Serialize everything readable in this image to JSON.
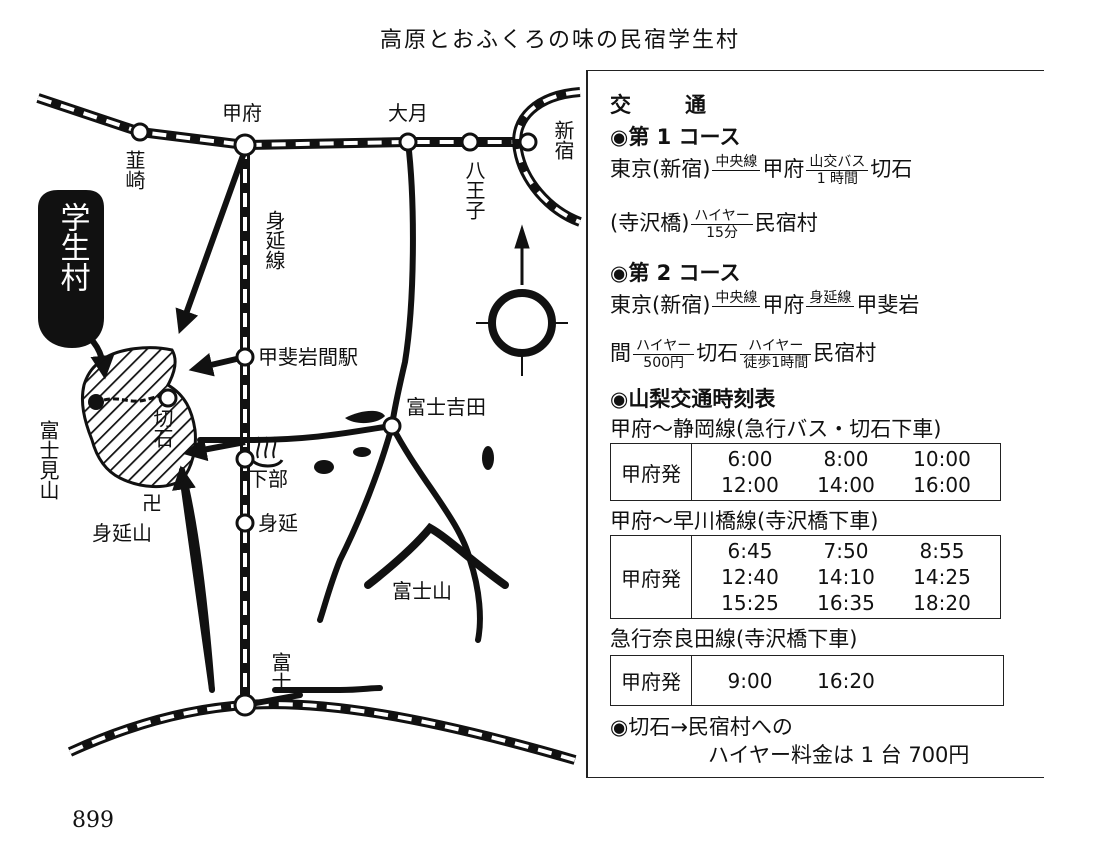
{
  "title": "高原とおふくろの味の民宿学生村",
  "page_number": "899",
  "map": {
    "village_label": "学生村",
    "places": {
      "nirasaki": "韮崎",
      "kofu": "甲府",
      "otsuki": "大月",
      "hachioji": "八王子",
      "shinjuku": "新宿",
      "minobu_line": "身延線",
      "kai_iwama_station": "甲斐岩間駅",
      "fujikawaguchi_yoshida": "富士吉田",
      "fujimiyama": "富士見山",
      "kiriishi": "切石",
      "shimobe": "下部",
      "minobusan": "身延山",
      "minobu": "身延",
      "fujisan": "富士山",
      "fuji": "富士",
      "temple_symbol": "卍"
    }
  },
  "panel": {
    "traffic_heading": "交通",
    "course1": {
      "heading": "◉第 1 コース",
      "line1": {
        "a": "東京(新宿)",
        "f1_num": "中央線",
        "b": "甲府",
        "f2_num": "山交バス",
        "f2_den": "1 時間",
        "c": "切石"
      },
      "line2": {
        "a": "(寺沢橋)",
        "f_num": "ハイヤー",
        "f_den": "15分",
        "b": "民宿村"
      }
    },
    "course2": {
      "heading": "◉第 2 コース",
      "line1": {
        "a": "東京(新宿)",
        "f1_num": "中央線",
        "b": "甲府",
        "f2_num": "身延線",
        "c": "甲斐岩"
      },
      "line2": {
        "a": "間",
        "f1_num": "ハイヤー",
        "f1_den": "500円",
        "b": "切石",
        "f2_num": "ハイヤー",
        "f2_den": "徒歩1時間",
        "c": "民宿村"
      }
    },
    "timetable": {
      "heading": "◉山梨交通時刻表",
      "route1": {
        "name": "甲府〜静岡線(急行バス・切石下車)",
        "label": "甲府発",
        "times": [
          "6:00",
          "8:00",
          "10:00",
          "12:00",
          "14:00",
          "16:00"
        ]
      },
      "route2": {
        "name": "甲府〜早川橋線(寺沢橋下車)",
        "label": "甲府発",
        "times": [
          "6:45",
          "7:50",
          "8:55",
          "12:40",
          "14:10",
          "14:25",
          "15:25",
          "16:35",
          "18:20"
        ]
      },
      "route3": {
        "name": "急行奈良田線(寺沢橋下車)",
        "label": "甲府発",
        "times": [
          "9:00",
          "16:20"
        ]
      }
    },
    "taxi": {
      "line1": "◉切石→民宿村への",
      "line2": "ハイヤー料金は 1 台 700円"
    }
  }
}
